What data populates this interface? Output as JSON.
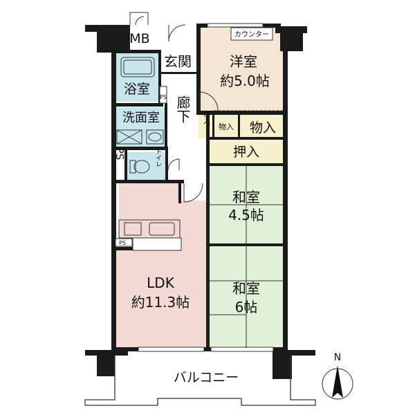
{
  "rooms": {
    "mb": "MB",
    "entrance": "玄関",
    "western_name": "洋室",
    "western_size": "約5.0帖",
    "counter": "カウンター",
    "bath": "浴室",
    "ps": "PS",
    "corridor": "廊下",
    "washroom": "洗面室",
    "storage_small_1": "物入",
    "storage_small_2": "物入",
    "storage": "物入",
    "closet": "押入",
    "toilet": "トイレ",
    "ps_left": "PS",
    "japanese1_name": "和室",
    "japanese1_size": "4.5帖",
    "japanese2_name": "和室",
    "japanese2_size": "6帖",
    "ps_small": "PS",
    "ldk_name": "LDK",
    "ldk_size": "約11.3帖",
    "balcony": "バルコニー",
    "north": "N"
  },
  "colors": {
    "western": "#f3e4d3",
    "bath": "#c7e5ea",
    "storage": "#f7f0cc",
    "japanese": "#e1f0d6",
    "ldk": "#f2d9d4",
    "wall": "#1a1a1a"
  }
}
